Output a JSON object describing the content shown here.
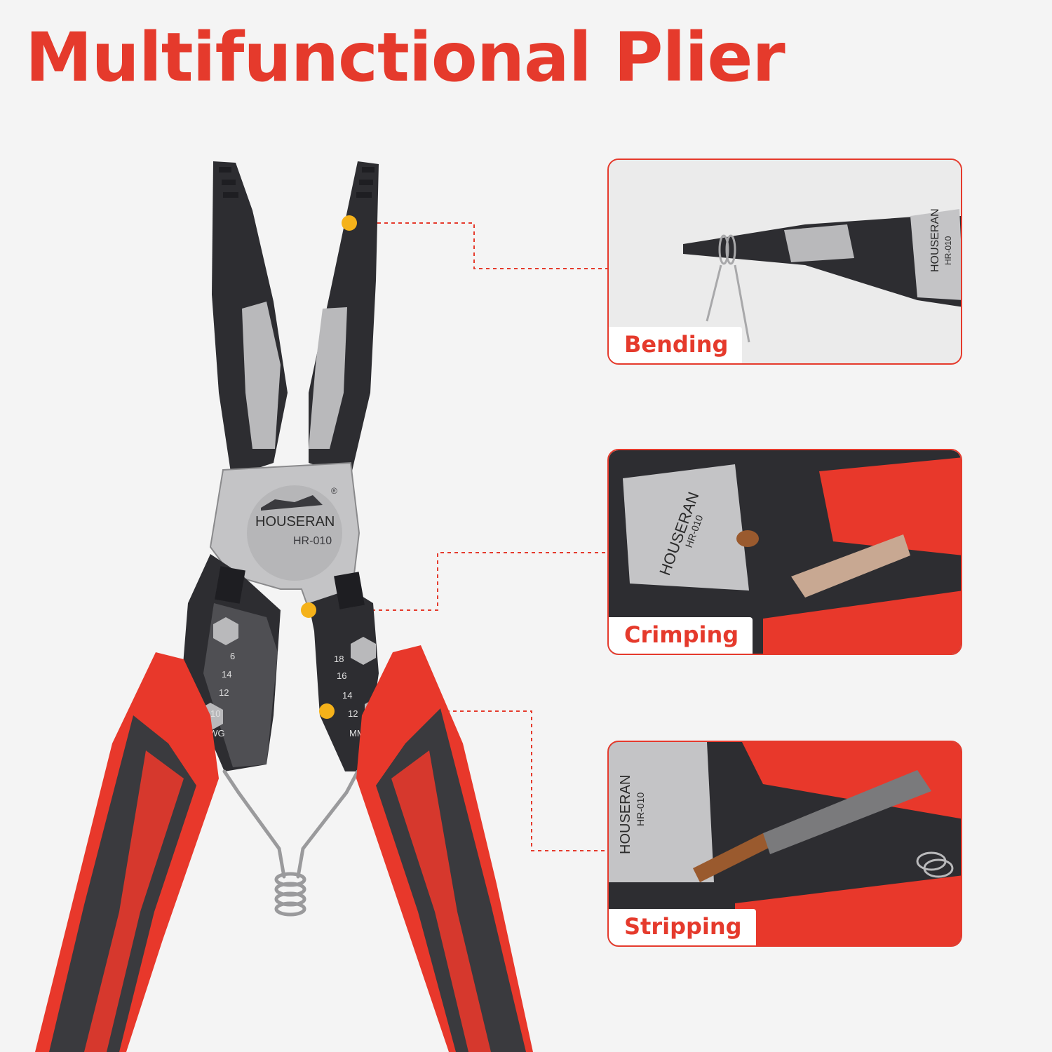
{
  "title": "Multifunctional Plier",
  "colors": {
    "accent": "#e53a2c",
    "handle_red": "#e8382b",
    "handle_dark": "#3a3a3e",
    "steel": "#b9b9bb",
    "jaw_dark": "#2d2d31",
    "callout_dot": "#f5b21a"
  },
  "brand": {
    "name": "HOUSERAN",
    "model": "HR-010",
    "mark": "®"
  },
  "scales": {
    "awg_left": [
      "6",
      "14",
      "12",
      "10",
      "AWG"
    ],
    "mm_right": [
      "18",
      "16",
      "14",
      "12",
      "MM"
    ]
  },
  "panels": [
    {
      "id": "bending",
      "label": "Bending"
    },
    {
      "id": "crimping",
      "label": "Crimping"
    },
    {
      "id": "stripping",
      "label": "Stripping"
    }
  ],
  "icons": [
    "callout-dot-icon",
    "spring-icon",
    "logo-icon"
  ]
}
